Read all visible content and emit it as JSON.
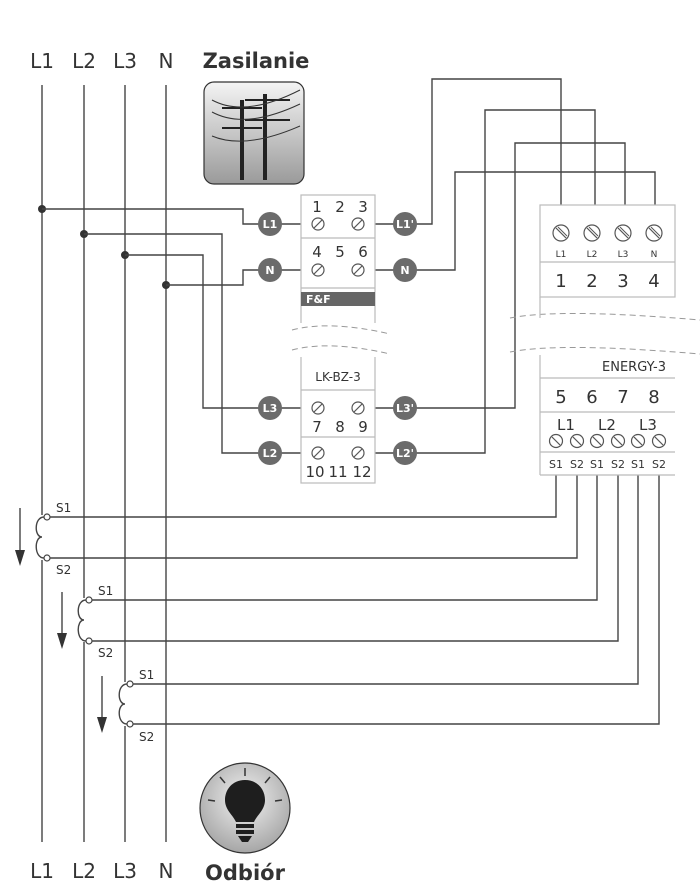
{
  "supply_title": "Zasilanie",
  "load_title": "Odbiór",
  "bus_labels_top": [
    "L1",
    "L2",
    "L3",
    "N"
  ],
  "bus_labels_bottom": [
    "L1",
    "L2",
    "L3",
    "N"
  ],
  "relay": {
    "model": "LK-BZ-3",
    "brand": "F&F",
    "row1_numbers": [
      "1",
      "2",
      "3"
    ],
    "row2_numbers": [
      "4",
      "5",
      "6"
    ],
    "row3_numbers": [
      "7",
      "8",
      "9"
    ],
    "row4_numbers": [
      "10",
      "11",
      "12"
    ],
    "inputs": [
      "L1",
      "N",
      "L3",
      "L2"
    ],
    "outputs": [
      "L1'",
      "N",
      "L3'",
      "L2'"
    ]
  },
  "meter": {
    "model": "ENERGY-3",
    "top_terminal_labels": [
      "L1",
      "L2",
      "L3",
      "N"
    ],
    "top_terminal_numbers": [
      "1",
      "2",
      "3",
      "4"
    ],
    "mid_numbers": [
      "5",
      "6",
      "7",
      "8"
    ],
    "phase_labels": [
      "L1",
      "L2",
      "L3"
    ],
    "ct_terminal_labels": [
      "S1",
      "S2",
      "S1",
      "S2",
      "S1",
      "S2"
    ]
  },
  "ct": {
    "s1": "S1",
    "s2": "S2"
  }
}
